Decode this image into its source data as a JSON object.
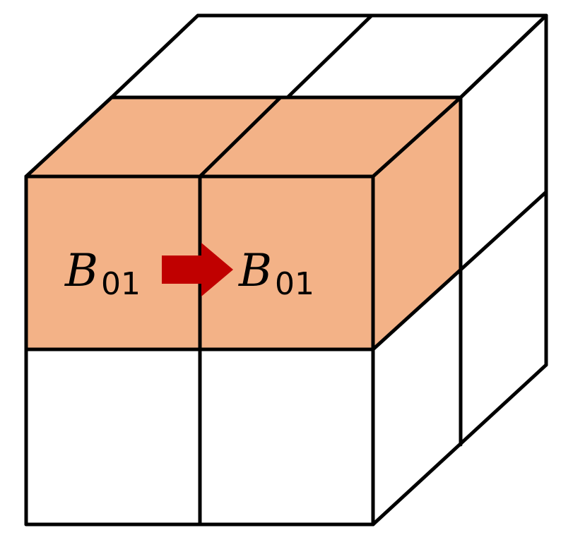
{
  "colors": {
    "highlight": "#f3b287",
    "arrow": "#c00000",
    "line": "#000000",
    "background": "#ffffff"
  },
  "labels": {
    "left": {
      "main": "B",
      "sub": "01"
    },
    "right": {
      "main": "B",
      "sub": "01"
    }
  },
  "icons": {
    "arrow": "right-arrow-icon"
  }
}
